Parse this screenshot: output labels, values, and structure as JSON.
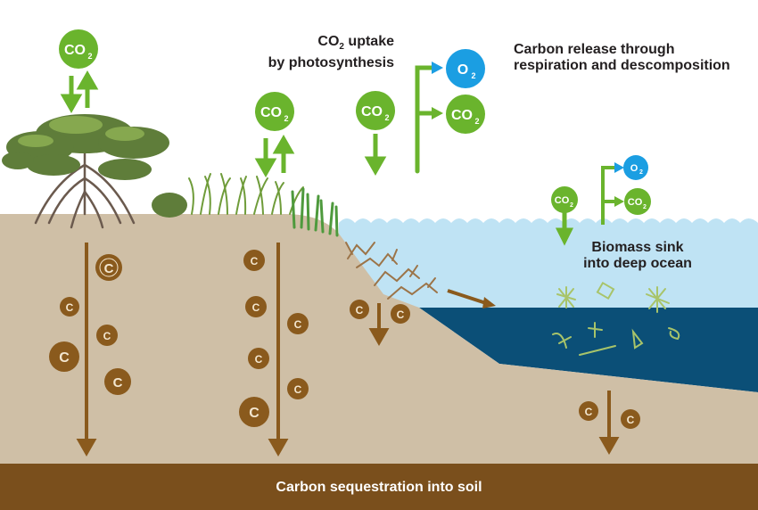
{
  "labels": {
    "co2_uptake_prefix": "CO",
    "co2_uptake_sub": "2",
    "co2_uptake_suffix": " uptake",
    "co2_uptake_line2": "by photosynthesis",
    "release_line1": "Carbon release through",
    "release_line2": "respiration and descomposition",
    "biomass_line1": "Biomass sink",
    "biomass_line2": "into deep ocean",
    "soil": "Carbon sequestration into soil"
  },
  "molecules": {
    "co2_main": "CO",
    "co2_sub": "2",
    "o2_main": "O",
    "o2_sub": "2",
    "carbon": "C"
  },
  "colors": {
    "co2_green": "#6ab42d",
    "o2_blue": "#1b9ee2",
    "carbon_brown": "#8a5a1d",
    "soil_tan": "#cfbfa6",
    "soil_band": "#7a4f1c",
    "shallow_water": "#bfe3f4",
    "deep_ocean": "#0b4f77",
    "arrow_brown": "#8a5a1d"
  }
}
